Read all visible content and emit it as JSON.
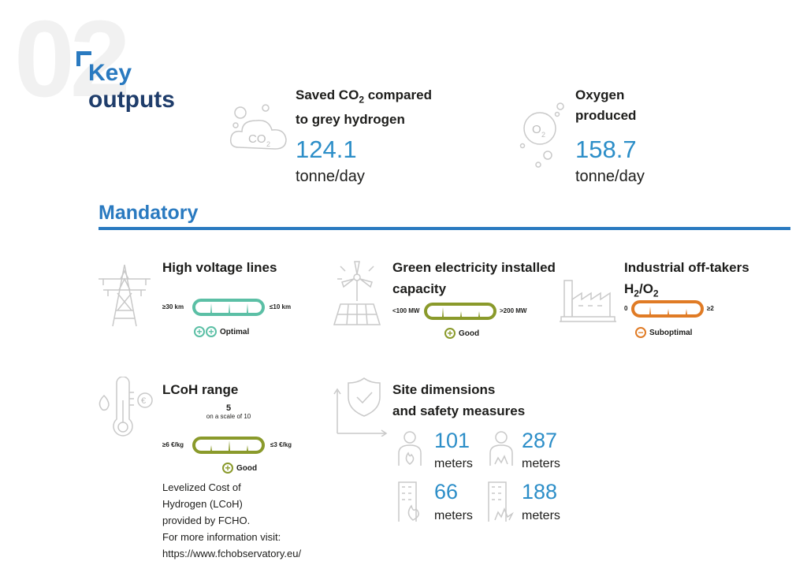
{
  "header": {
    "section_number": "02",
    "title_line1": "Key",
    "title_line2": "outputs"
  },
  "kpis": {
    "co2": {
      "label_pre": "Saved CO",
      "label_sub": "2",
      "label_post": " compared",
      "label_line2": "to grey hydrogen",
      "value": "124.1",
      "unit": "tonne/day",
      "icon": "co2-bubble-icon",
      "icon_text": "CO",
      "icon_sub": "2"
    },
    "oxygen": {
      "label_line1": "Oxygen",
      "label_line2": "produced",
      "value": "158.7",
      "unit": "tonne/day",
      "icon": "o2-bubble-icon",
      "icon_text": "O",
      "icon_sub": "2"
    }
  },
  "mandatory": {
    "heading": "Mandatory",
    "high_voltage": {
      "title": "High voltage lines",
      "min_label": "≥30 km",
      "max_label": "≤10 km",
      "rating": "Optimal",
      "rating_color": "#5bbfa5",
      "rating_symbols": [
        "+",
        "+"
      ],
      "icon": "power-tower-icon"
    },
    "green_electricity": {
      "title_line1": "Green electricity installed",
      "title_line2": "capacity",
      "min_label": "<100 MW",
      "max_label": ">200 MW",
      "rating": "Good",
      "rating_color": "#8a9a2b",
      "rating_symbols": [
        "+"
      ],
      "icon": "wind-solar-icon"
    },
    "offtakers": {
      "title_line1": "Industrial off-takers",
      "title_pre": "H",
      "title_sub1": "2",
      "title_mid": "/O",
      "title_sub2": "2",
      "min_label": "0",
      "max_label": "≥2",
      "rating": "Suboptimal",
      "rating_color": "#e07b25",
      "rating_symbols": [
        "−"
      ],
      "icon": "factory-icon"
    },
    "lcoh": {
      "title": "LCoH range",
      "score": "5",
      "score_caption": "on a scale of 10",
      "min_label": "≥6 €/kg",
      "max_label": "≤3 €/kg",
      "rating": "Good",
      "rating_color": "#8a9a2b",
      "rating_symbols": [
        "+"
      ],
      "note_lines": [
        "Levelized Cost of",
        "Hydrogen (LCoH)",
        "provided by FCHO.",
        "For more information visit:",
        "https://www.fchobservatory.eu/"
      ],
      "icon": "thermometer-euro-icon"
    },
    "site": {
      "title_line1": "Site dimensions",
      "title_line2": "and safety measures",
      "icon": "shield-check-icon",
      "items": [
        {
          "value": "101",
          "unit": "meters",
          "icon": "person-fire-icon"
        },
        {
          "value": "287",
          "unit": "meters",
          "icon": "person-explosion-icon"
        },
        {
          "value": "66",
          "unit": "meters",
          "icon": "building-fire-icon"
        },
        {
          "value": "188",
          "unit": "meters",
          "icon": "building-explosion-icon"
        }
      ]
    }
  }
}
